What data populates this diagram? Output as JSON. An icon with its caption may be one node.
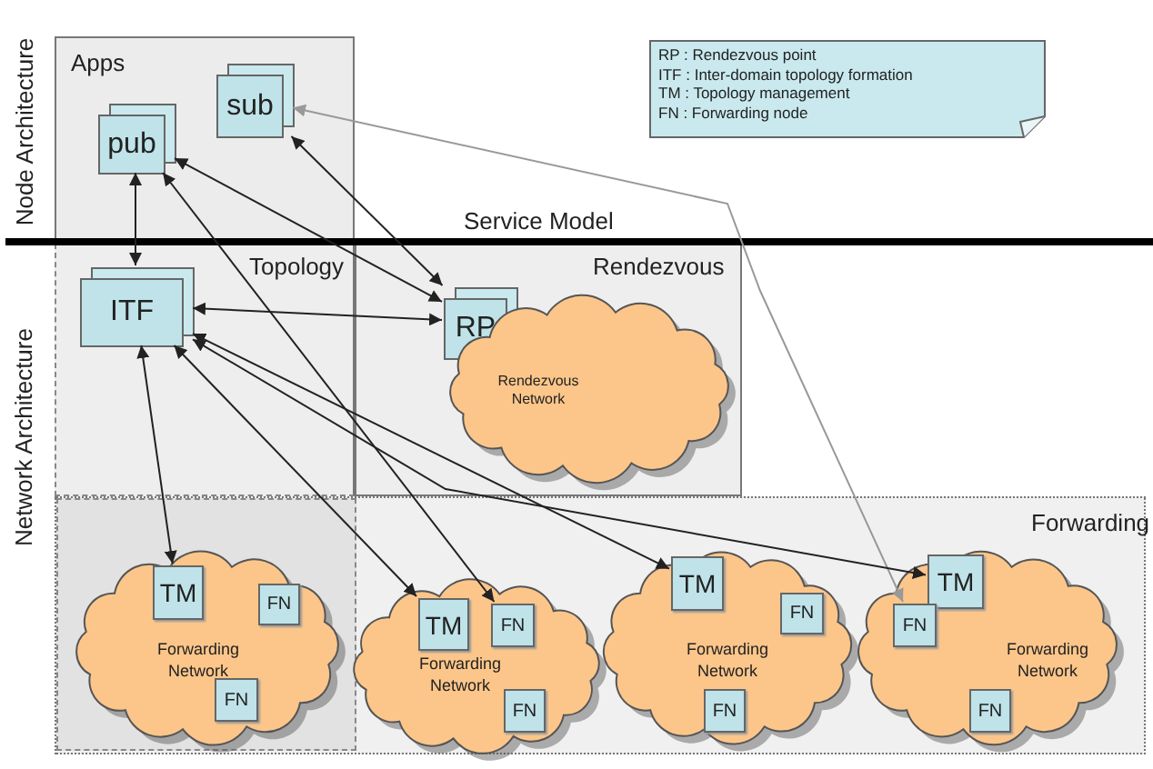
{
  "diagram": {
    "nodes": [
      {
        "text": [
          "Apps"
        ]
      },
      {
        "text": [
          "pub"
        ],
        "in": 0
      },
      {
        "text": [
          "sub"
        ],
        "in": 0
      },
      {
        "text": [
          "Topology"
        ]
      },
      {
        "text": [
          "ITF"
        ],
        "in": 3
      },
      {
        "text": [
          "Rendezvous"
        ]
      },
      {
        "text": [
          "RP"
        ],
        "in": 5
      },
      {
        "text": [
          "Rendezvous Network"
        ],
        "in": 5
      },
      {
        "text": [
          "Forwarding"
        ]
      },
      {
        "text": [
          "Forwarding Network"
        ],
        "in": 8
      },
      {
        "text": [
          "TM"
        ],
        "in": 9
      },
      {
        "text": [
          "FN"
        ],
        "in": 9
      },
      {
        "text": [
          "FN"
        ],
        "in": 9
      },
      {
        "text": [
          "Forwarding Network"
        ],
        "in": 8
      },
      {
        "text": [
          "TM"
        ],
        "in": 13
      },
      {
        "text": [
          "FN"
        ],
        "in": 13
      },
      {
        "text": [
          "FN"
        ],
        "in": 13
      },
      {
        "text": [
          "Forwarding Network"
        ],
        "in": 8
      },
      {
        "text": [
          "TM"
        ],
        "in": 17
      },
      {
        "text": [
          "FN"
        ],
        "in": 17
      },
      {
        "text": [
          "FN"
        ],
        "in": 17
      },
      {
        "text": [
          "Forwarding Network"
        ],
        "in": 8
      },
      {
        "text": [
          "TM"
        ],
        "in": 21
      },
      {
        "text": [
          "FN"
        ],
        "in": 21
      },
      {
        "text": [
          "FN"
        ],
        "in": 21
      },
      {
        "text": [
          "RP : Rendezvous point",
          "ITF : Inter-domain topology formation",
          "TM : Topology management",
          "FN : Forwarding node"
        ]
      }
    ],
    "edges": [
      {
        "from": 1,
        "to": 4,
        "arrow": "both"
      },
      {
        "from": 1,
        "to": 6,
        "arrow": "both"
      },
      {
        "from": 1,
        "to": 15,
        "arrow": "both"
      },
      {
        "from": 2,
        "to": 6,
        "arrow": "both"
      },
      {
        "from": 2,
        "to": 23,
        "arrow": "both",
        "color": "#999999"
      },
      {
        "from": 4,
        "to": 6,
        "arrow": "both"
      },
      {
        "from": 4,
        "to": 10,
        "arrow": "both"
      },
      {
        "from": 4,
        "to": 14,
        "arrow": "both"
      },
      {
        "from": 4,
        "to": 18,
        "arrow": "both"
      },
      {
        "from": 4,
        "to": 22,
        "arrow": "both"
      }
    ],
    "labels": [
      "Node Architecture",
      "Network Architecture",
      "Service Model"
    ]
  }
}
